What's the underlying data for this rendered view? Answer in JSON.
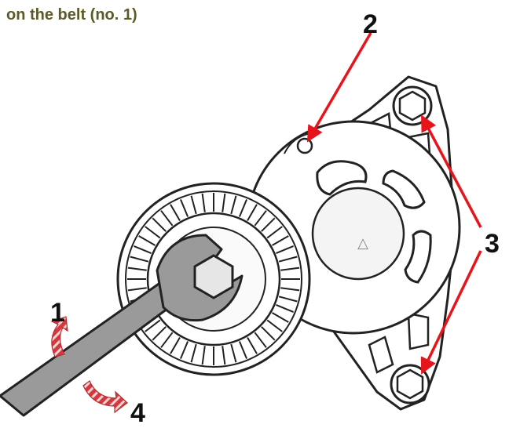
{
  "caption": "on the belt (no. 1)",
  "callouts": {
    "one": "1",
    "two": "2",
    "three": "3",
    "four": "4"
  },
  "center_mark": "△",
  "colors": {
    "caption": "#5d5a2a",
    "arrow": "#e8141c",
    "motion_arrow": "#c9262b",
    "wrench": "#9a9a9a",
    "outline": "#222222"
  },
  "icons": {
    "wrench": "wrench-icon",
    "bolt": "hex-bolt-icon",
    "pulley": "pulley-icon",
    "rotation": "curved-arrow-icon"
  }
}
